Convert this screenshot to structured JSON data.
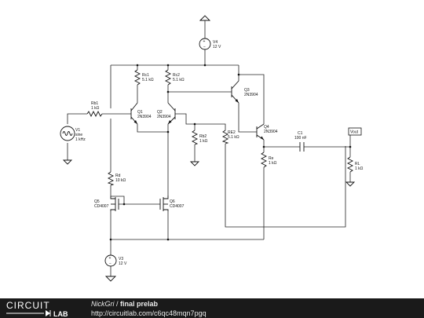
{
  "circuit": {
    "V4": {
      "name": "V4",
      "value": "12 V"
    },
    "V3": {
      "name": "V3",
      "value": "12 V"
    },
    "V1": {
      "name": "V1",
      "line2": "sine",
      "line3": "1 kHz"
    },
    "Rb1": {
      "name": "Rb1",
      "value": "1 kΩ"
    },
    "Rc1": {
      "name": "Rc1",
      "value": "5.1 kΩ"
    },
    "Rc2": {
      "name": "Rc2",
      "value": "5.1 kΩ"
    },
    "Q1": {
      "name": "Q1",
      "part": "2N3904"
    },
    "Q2": {
      "name": "Q2",
      "part": "2N3904"
    },
    "Q3": {
      "name": "Q3",
      "part": "2N3904"
    },
    "Q4": {
      "name": "Q4",
      "part": "2N3904"
    },
    "Rb2": {
      "name": "Rb2",
      "value": "1 kΩ"
    },
    "RE2": {
      "name": "RE2",
      "value": "5.1 kΩ"
    },
    "Re": {
      "name": "Re",
      "value": "1 kΩ"
    },
    "C1": {
      "name": "C1",
      "value": "100 nF"
    },
    "RL": {
      "name": "RL",
      "value": "1 kΩ"
    },
    "Rd": {
      "name": "Rd",
      "value": "10 kΩ"
    },
    "Q5": {
      "name": "Q5",
      "part": "CD4007"
    },
    "Q6": {
      "name": "Q6",
      "part": "CD4007"
    },
    "Vout": {
      "label": "Vout"
    }
  },
  "footer": {
    "logo_top": "CIRCUIT",
    "logo_bottom": "LAB",
    "author": "NickGri",
    "separator": " / ",
    "title": "final prelab",
    "url": "http://circuitlab.com/c6qc48mqn7pgq"
  },
  "colors": {
    "footer_bg": "#1a1a1a",
    "ink": "#111111"
  }
}
